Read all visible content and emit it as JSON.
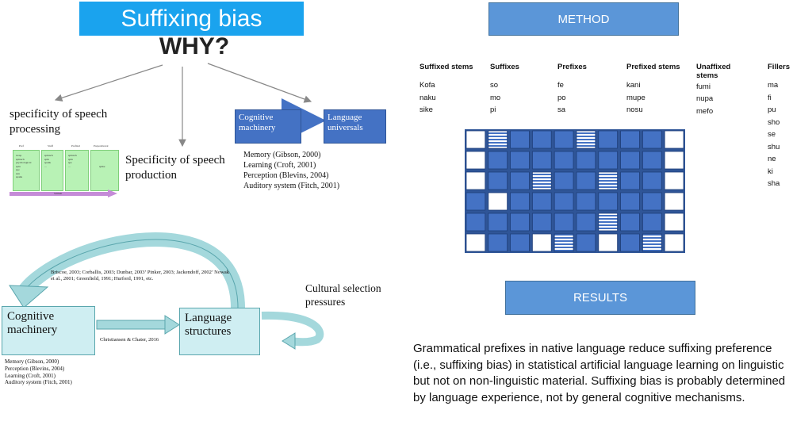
{
  "title": "Suffixing bias",
  "why": "WHY?",
  "left_top": {
    "speech_processing": "specificity of speech processing",
    "speech_production": "Specificity of speech production",
    "cognitive_machinery": "Cognitive machinery",
    "language_universals": "Language universals",
    "refs": [
      "Memory (Gibson, 2000)",
      "Learning (Croft, 2001)",
      "Perception (Blevins, 2004)",
      "Auditory system (Fitch, 2001)"
    ],
    "mini_panel_labels": [
      "Pref",
      "Stuff",
      "Prefixal",
      "Prepositional"
    ],
    "mini_panel_words": [
      [
        "swap",
        "spinach",
        "psychological",
        "spin",
        "spe",
        "sun",
        "spank"
      ],
      [
        "spinach",
        "spin",
        "spank",
        "..."
      ],
      [
        "spinach",
        "spin",
        "spe",
        "..."
      ],
      [
        "spike"
      ]
    ],
    "mini_arrow_label": "Stimuli"
  },
  "left_bottom": {
    "cognitive_machinery": "Cognitive machinery",
    "language_structures": "Language structures",
    "cultural_selection": "Cultural selection pressures",
    "citations": "Briscoe, 2003; Corballis, 2003; Dunbar, 2003’ Pinker, 2003; Jackendoff, 2002’ Nowak et al., 2001; Greenfield, 1991; Hurford, 1991, etc.",
    "christiansen": "Christiansen & Chater, 2016",
    "refs": [
      "Memory (Gibson, 2000)",
      "Perception (Blevins, 2004)",
      "Learning (Croft, 2001)",
      "Auditory system (Fitch, 2001)"
    ]
  },
  "method": {
    "label": "METHOD",
    "columns": [
      {
        "header": "Suffixed stems",
        "values": [
          "Kofa",
          "naku",
          "sike"
        ]
      },
      {
        "header": "Suffixes",
        "values": [
          "so",
          "mo",
          "pi"
        ]
      },
      {
        "header": "Prefixes",
        "values": [
          "fe",
          "po",
          "sa"
        ]
      },
      {
        "header": "Prefixed stems",
        "values": [
          "kani",
          "mupe",
          "nosu"
        ]
      },
      {
        "header": "Unaffixed stems",
        "values": [
          "fumi",
          "nupa",
          "mefo"
        ]
      },
      {
        "header": "Fillers",
        "values": [
          "ma",
          "fi",
          "pu",
          "sho",
          "se",
          "shu",
          "ne",
          "ki",
          "sha"
        ]
      }
    ],
    "grid": [
      "wsbbbsbbbw",
      "wbbbbbbbbw",
      "wbbsbbsbbw",
      "bwbbbbbbbw",
      "bbbbbbsbbw",
      "wbbwsbwbsw"
    ]
  },
  "results": {
    "label": "RESULTS",
    "text": "Grammatical prefixes in native language reduce suffixing preference (i.e., suffixing bias) in statistical artificial language learning on linguistic but not on non-linguistic material. Suffixing bias is probably determined by language experience, not by general cognitive mechanisms."
  }
}
